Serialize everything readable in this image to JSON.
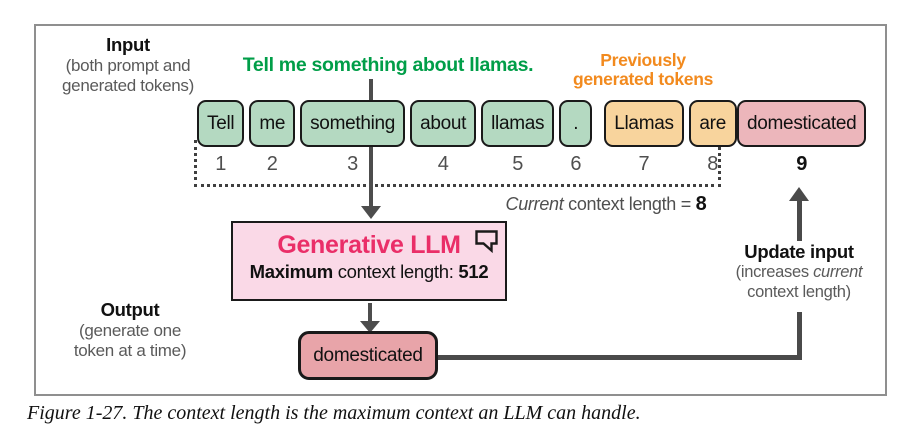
{
  "figure": {
    "caption": "Figure 1-27. The context length is the maximum context an LLM can handle."
  },
  "input_label": {
    "title": "Input",
    "line1": "(both prompt and",
    "line2": "generated tokens)"
  },
  "output_label": {
    "title": "Output",
    "line1": "(generate one",
    "line2": "token at a time)"
  },
  "update_label": {
    "title": "Update input",
    "line1_pre": "(increases ",
    "line1_italic": "current",
    "line2": "context length)"
  },
  "prompt": {
    "text": "Tell me something about llamas."
  },
  "prev_label": {
    "line1": "Previously",
    "line2": "generated tokens"
  },
  "tokens": [
    {
      "text": "Tell",
      "num": "1",
      "type": "prompt"
    },
    {
      "text": "me",
      "num": "2",
      "type": "prompt"
    },
    {
      "text": "something",
      "num": "3",
      "type": "prompt"
    },
    {
      "text": "about",
      "num": "4",
      "type": "prompt"
    },
    {
      "text": "llamas",
      "num": "5",
      "type": "prompt"
    },
    {
      "text": ".",
      "num": "6",
      "type": "prompt"
    },
    {
      "text": "Llamas",
      "num": "7",
      "type": "previously-generated"
    },
    {
      "text": "are",
      "num": "8",
      "type": "previously-generated"
    },
    {
      "text": "domesticated",
      "num": "9",
      "type": "new"
    }
  ],
  "context": {
    "italic": "Current",
    "rest": " context length = ",
    "value": "8"
  },
  "llm": {
    "title": "Generative LLM",
    "sub_bold": "Maximum",
    "sub_rest": " context length: ",
    "sub_value": "512"
  },
  "output_token": {
    "text": "domesticated"
  },
  "icons": {
    "llm_badge": "speech-bubble-icon"
  },
  "colors": {
    "prompt_token_bg": "#b4d9c1",
    "generated_token_bg": "#f8d49d",
    "new_token_bg": "#ecb6bb",
    "output_token_bg": "#e8a4a9",
    "llm_box_bg": "#fad9e7",
    "prompt_text": "#009e48",
    "generated_text": "#f28a1e",
    "llm_title_text": "#ea2e68",
    "arrow": "#4a4a4a"
  }
}
